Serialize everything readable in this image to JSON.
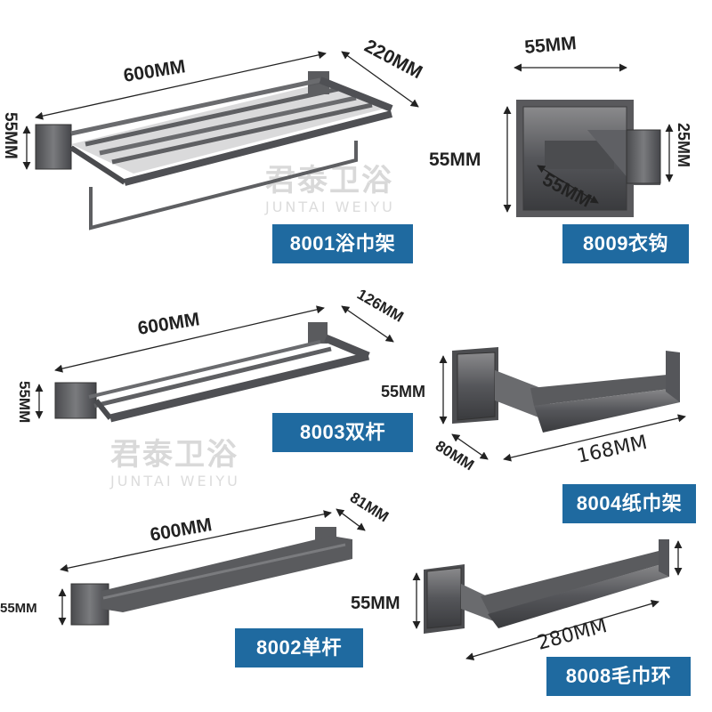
{
  "products": [
    {
      "model_label": "8001浴巾架",
      "dims": {
        "length": "600MM",
        "depth": "220MM",
        "height": "55MM"
      }
    },
    {
      "model_label": "8009衣钩",
      "dims": {
        "top": "55MM",
        "left": "55MM",
        "diagonal": "55MM",
        "right": "25MM"
      }
    },
    {
      "model_label": "8003双杆",
      "dims": {
        "length": "600MM",
        "depth": "126MM",
        "height": "55MM"
      }
    },
    {
      "model_label": "8004纸巾架",
      "dims": {
        "height": "55MM",
        "depth": "80MM",
        "length": "168MM"
      }
    },
    {
      "model_label": "8002单杆",
      "dims": {
        "length": "600MM",
        "depth": "81MM",
        "height": "55MM"
      }
    },
    {
      "model_label": "8008毛巾环",
      "dims": {
        "height": "55MM",
        "length": "280MM"
      }
    }
  ],
  "watermark": {
    "cn": "君泰卫浴",
    "en": "JUNTAI WEIYU"
  },
  "colors": {
    "label_bg": "#1f6aa0",
    "metal_dark": "#3f3f40",
    "metal_mid": "#6e6e70",
    "metal_light": "#9a9a9c"
  }
}
